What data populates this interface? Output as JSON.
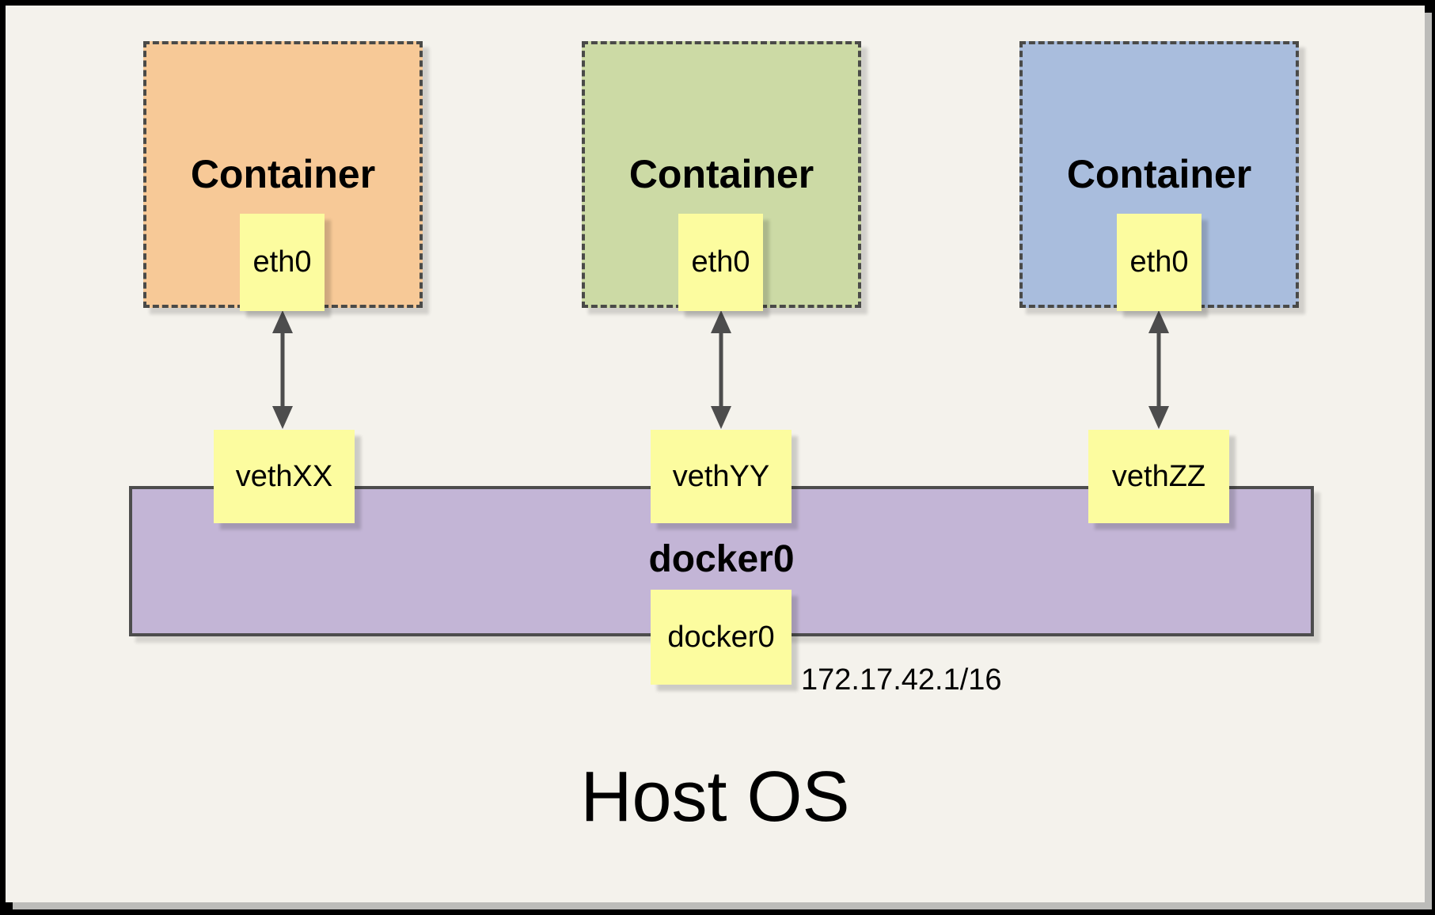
{
  "diagram": {
    "host_label": "Host OS",
    "bridge": {
      "name": "docker0",
      "interface": "docker0",
      "subnet": "172.17.42.1/16"
    },
    "containers": [
      {
        "label": "Container",
        "interface": "eth0",
        "veth": "vethXX",
        "fill": "#f7c997"
      },
      {
        "label": "Container",
        "interface": "eth0",
        "veth": "vethYY",
        "fill": "#ccdaa5"
      },
      {
        "label": "Container",
        "interface": "eth0",
        "veth": "vethZZ",
        "fill": "#a9bddd"
      }
    ],
    "colors": {
      "background": "#f4f2ec",
      "frame": "#000000",
      "page_shadow": "#bcbcb9",
      "node_fill": "#fcfc9f",
      "bridge_fill": "#c3b5d6",
      "line": "#4d4d4d",
      "dashed_border": "#4a4a48"
    }
  }
}
